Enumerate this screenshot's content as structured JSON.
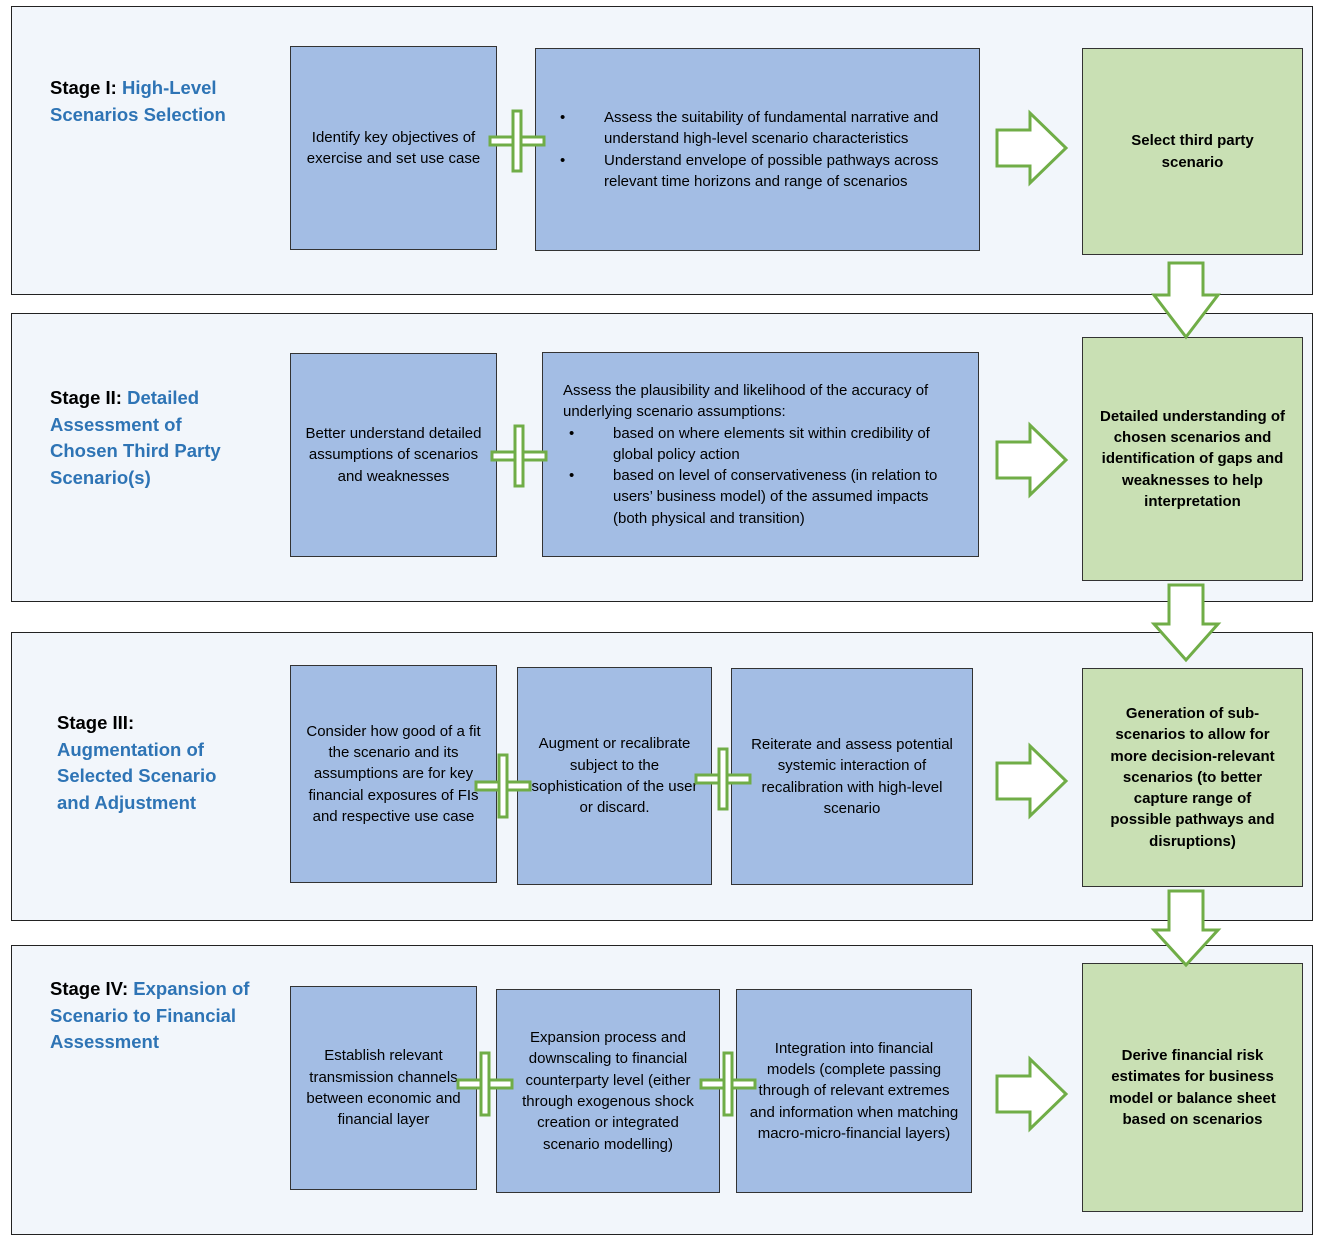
{
  "stages": [
    {
      "roman": "Stage I:",
      "name": "High-Level Scenarios Selection",
      "boxes": [
        {
          "text": "Identify key objectives of exercise and set use case"
        },
        {
          "bullets": [
            "Assess the suitability of fundamental narrative and understand high-level scenario characteristics",
            "Understand envelope of possible pathways across relevant time horizons and range of scenarios"
          ]
        }
      ],
      "outcome": "Select third party scenario"
    },
    {
      "roman": "Stage II:",
      "name": "Detailed Assessment of Chosen Third Party Scenario(s)",
      "boxes": [
        {
          "text": "Better understand detailed assumptions of scenarios and weaknesses"
        },
        {
          "lead": "Assess the plausibility and likelihood of the accuracy of underlying scenario assumptions:",
          "bullets": [
            "based on where elements sit within credibility of global policy action",
            "based on level of conservativeness (in relation to users’ business model) of the assumed impacts (both physical and transition)"
          ]
        }
      ],
      "outcome": "Detailed understanding of chosen scenarios and identification of gaps and weaknesses to help interpretation"
    },
    {
      "roman": "Stage III:",
      "name": "Augmentation of Selected Scenario and Adjustment",
      "boxes": [
        {
          "text": "Consider how good of a fit the scenario and its assumptions are for key financial exposures of FIs and respective use case"
        },
        {
          "text": "Augment or recalibrate subject to the sophistication of the user or discard."
        },
        {
          "text": "Reiterate and assess potential systemic interaction of recalibration with high-level scenario"
        }
      ],
      "outcome": "Generation of sub-scenarios to allow for more decision-relevant scenarios (to better capture range of possible pathways and disruptions)"
    },
    {
      "roman": "Stage IV:",
      "name": "Expansion of Scenario to Financial Assessment",
      "boxes": [
        {
          "text": "Establish relevant transmission channels between economic and financial layer"
        },
        {
          "text": "Expansion process and downscaling to financial counterparty level (either through exogenous shock creation or integrated scenario modelling)"
        },
        {
          "text": "Integration into financial models (complete passing through of relevant extremes and information when matching macro-micro-financial layers)"
        }
      ],
      "outcome": "Derive financial risk estimates for business model or balance sheet based on scenarios"
    }
  ],
  "colors": {
    "process_box": "#a3bde4",
    "outcome_box": "#c9e0b4",
    "arrow_outline": "#70ad47",
    "stage_name": "#2e74b5"
  }
}
